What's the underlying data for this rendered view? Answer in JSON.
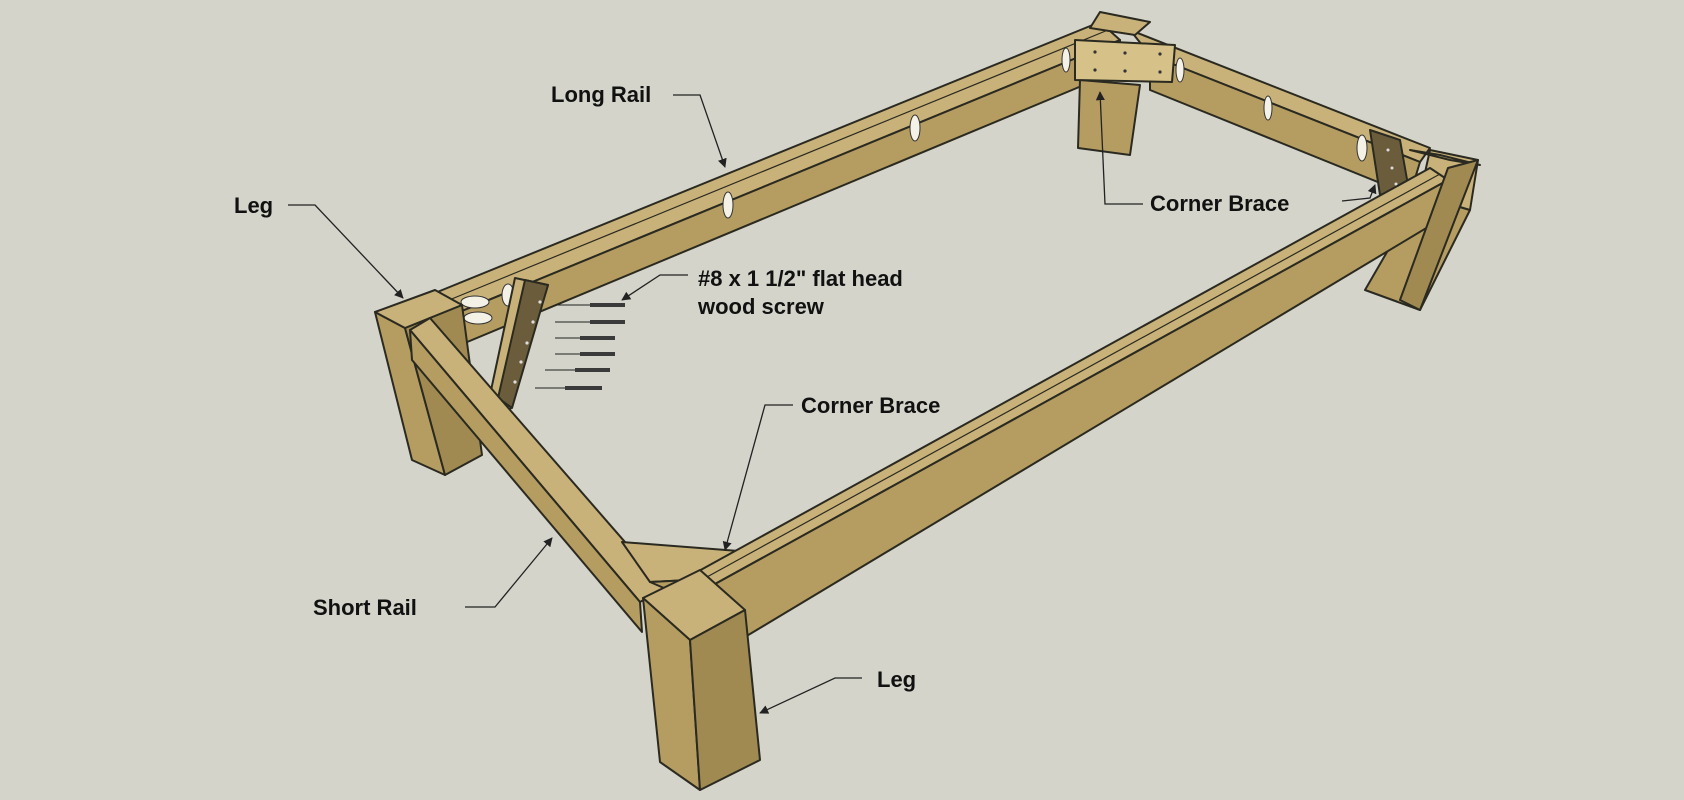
{
  "colors": {
    "background": "#d4d4cb",
    "wood_top": "#c9b27a",
    "wood_side": "#b59d62",
    "wood_dark": "#a08a52",
    "brace_face": "#6b5d3c",
    "hole": "#f4f1e6",
    "screw": "#3a3a3a"
  },
  "labels": {
    "long_rail": "Long Rail",
    "leg_left": "Leg",
    "corner_brace_right": "Corner Brace",
    "screw_line1": "#8 x 1 1/2\" flat head",
    "screw_line2": "wood screw",
    "corner_brace_center": "Corner Brace",
    "short_rail": "Short Rail",
    "leg_bottom": "Leg"
  }
}
